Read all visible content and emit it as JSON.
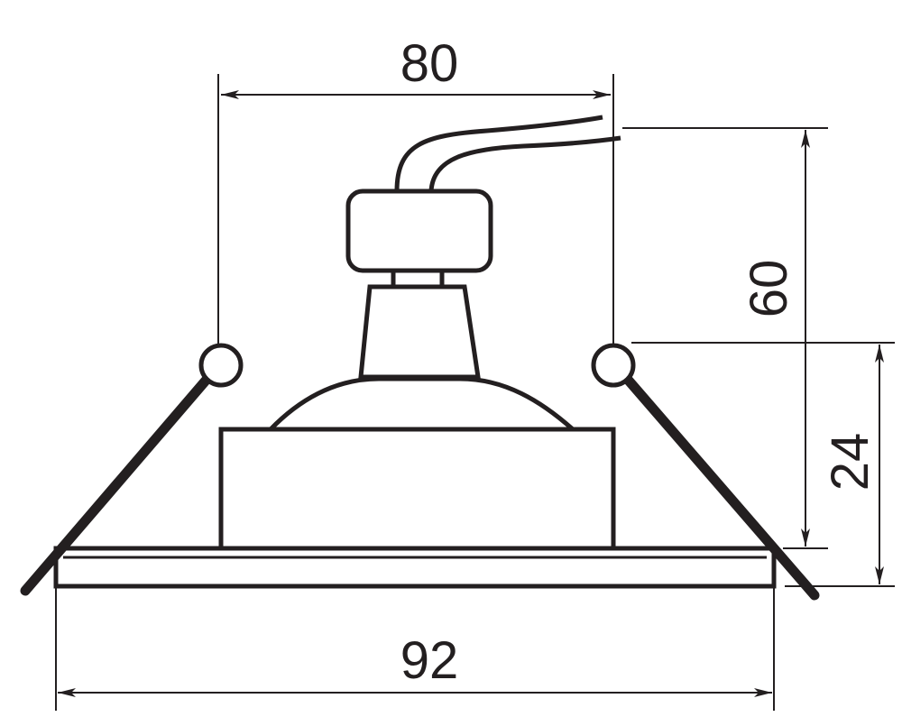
{
  "dimensions": {
    "top_width": "80",
    "bottom_width": "92",
    "total_height": "60",
    "recess_height": "24"
  },
  "colors": {
    "line": "#231f20",
    "background": "#ffffff"
  }
}
